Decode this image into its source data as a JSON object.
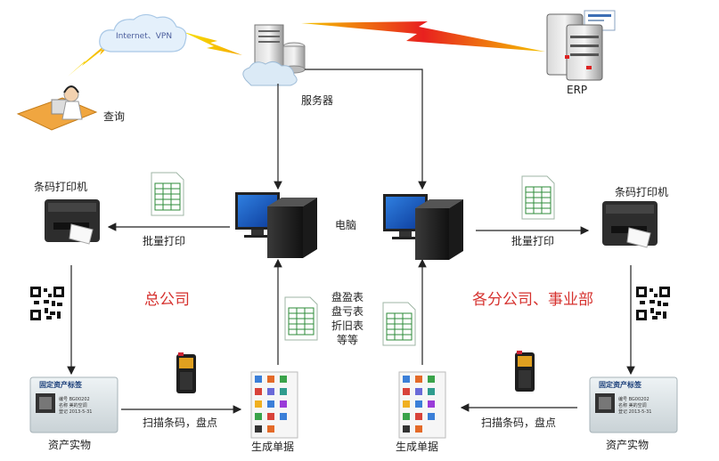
{
  "cloud_label": "Internet、VPN",
  "server_label": "服务器",
  "erp_label": "ERP",
  "query_label": "查询",
  "computer_label": "电脑",
  "left": {
    "printer_label": "条码打印机",
    "batch_print": "批量打印",
    "org_label": "总公司",
    "scan_label": "扫描条码，盘点",
    "asset_label": "资产实物",
    "gen_label": "生成单据"
  },
  "right": {
    "printer_label": "条码打印机",
    "batch_print": "批量打印",
    "org_label": "各分公司、事业部",
    "scan_label": "扫描条码，盘点",
    "asset_label": "资产实物",
    "gen_label": "生成单据"
  },
  "reports": [
    "盘盈表",
    "盘亏表",
    "折旧表",
    "等等"
  ],
  "asset_tag": {
    "title": "固定资产标签",
    "row1": "编号 BG00202",
    "row2": "名称 美的空调",
    "row3": "登记 2013-5-31"
  },
  "colors": {
    "accent_red": "#d6322f",
    "lightning": "#f5c400",
    "lightning_red": "#e8201f",
    "sheet_green": "#2e8b3a"
  }
}
